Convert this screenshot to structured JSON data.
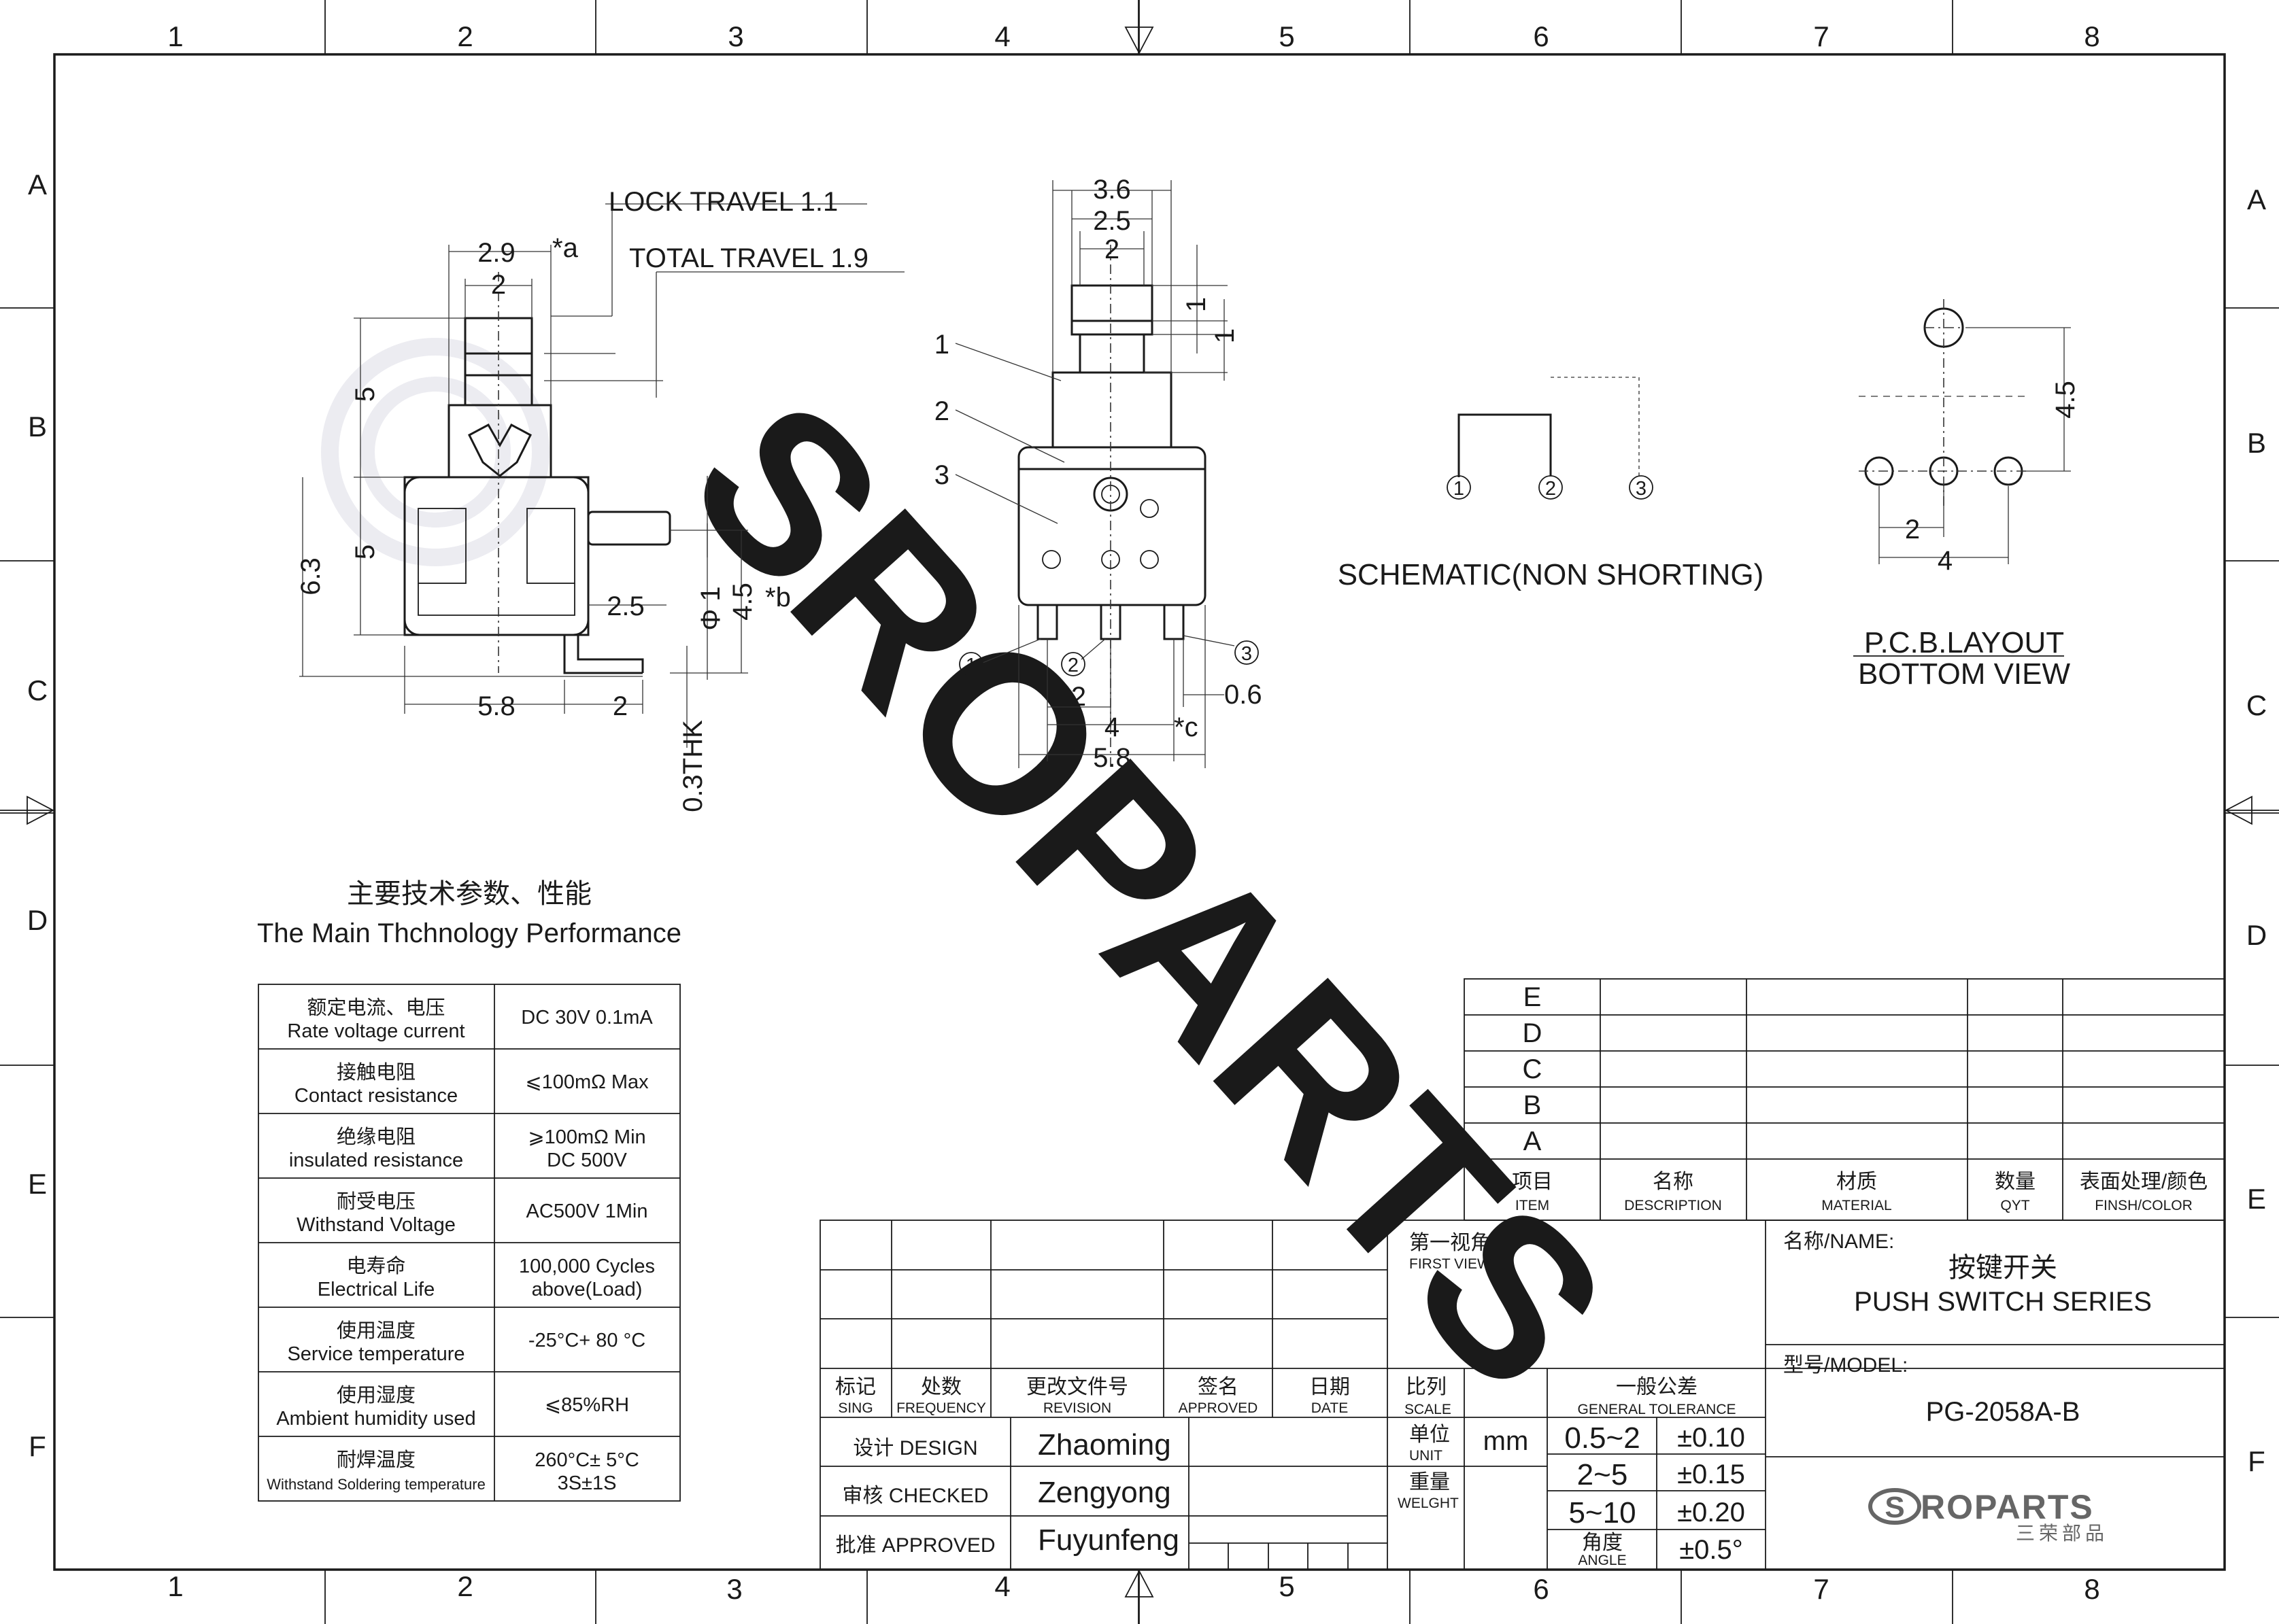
{
  "zones": {
    "columns": [
      "1",
      "2",
      "3",
      "4",
      "5",
      "6",
      "7",
      "8"
    ],
    "rows": [
      "A",
      "B",
      "C",
      "D",
      "E",
      "F"
    ]
  },
  "watermark": "SROPARTS",
  "side_view": {
    "lock_travel": "LOCK TRAVEL 1.1",
    "total_travel": "TOTAL TRAVEL 1.9",
    "dims": {
      "w29": "2.9",
      "a_note": "*a",
      "w2_top": "2",
      "h5_top": "5",
      "h5_mid": "5",
      "h63": "6.3",
      "w25": "2.5",
      "phi1": "Φ 1",
      "h45": "4.5",
      "b_note": "*b",
      "w58": "5.8",
      "w2_bottom": "2",
      "thk": "0.3THK"
    }
  },
  "front_view": {
    "dims": {
      "w36": "3.6",
      "w25": "2.5",
      "w2": "2",
      "h1a": "1",
      "h1b": "1",
      "p2": "2",
      "p4": "4",
      "c_note": "*c",
      "w06": "0.6",
      "w58": "5.8"
    },
    "item_labels": [
      "1",
      "2",
      "3"
    ],
    "pin_labels": [
      "1",
      "2",
      "3"
    ]
  },
  "schematic": {
    "pins": [
      "1",
      "2",
      "3"
    ],
    "caption": "SCHEMATIC(NON SHORTING)"
  },
  "pcb": {
    "dims": {
      "h45": "4.5",
      "p2": "2",
      "p4": "4"
    },
    "caption_1": "P.C.B.LAYOUT",
    "caption_2": "BOTTOM VIEW"
  },
  "performance": {
    "title_cn": "主要技术参数、性能",
    "title_en": "The Main Thchnology Performance",
    "rows": [
      {
        "cn": "额定电流、电压",
        "en": "Rate voltage current",
        "v1": "DC 30V  0.1mA",
        "v2": ""
      },
      {
        "cn": "接触电阻",
        "en": "Contact resistance",
        "v1": "⩽100mΩ   Max",
        "v2": ""
      },
      {
        "cn": "绝缘电阻",
        "en": "insulated resistance",
        "v1": "⩾100mΩ Min",
        "v2": "DC 500V"
      },
      {
        "cn": "耐受电压",
        "en": "Withstand Voltage",
        "v1": "AC500V 1Min",
        "v2": ""
      },
      {
        "cn": "电寿命",
        "en": "Electrical Life",
        "v1": "100,000 Cycles",
        "v2": "above(Load)"
      },
      {
        "cn": "使用温度",
        "en": "Service temperature",
        "v1": "-25°C+ 80 °C",
        "v2": ""
      },
      {
        "cn": "使用湿度",
        "en": "Ambient humidity used",
        "v1": "⩽85%RH",
        "v2": ""
      },
      {
        "cn": "耐焊温度",
        "en": "Withstand Soldering temperature",
        "v1": "260°C± 5°C",
        "v2": "3S±1S"
      }
    ]
  },
  "bom": {
    "revisions": [
      "E",
      "D",
      "C",
      "B",
      "A"
    ],
    "headers": [
      {
        "cn": "项目",
        "en": "ITEM"
      },
      {
        "cn": "名称",
        "en": "DESCRIPTION"
      },
      {
        "cn": "材质",
        "en": "MATERIAL"
      },
      {
        "cn": "数量",
        "en": "QYT"
      },
      {
        "cn": "表面处理/颜色",
        "en": "FINSH/COLOR"
      }
    ]
  },
  "title_block": {
    "rev_headers": [
      {
        "cn": "标记",
        "en": "SING"
      },
      {
        "cn": "处数",
        "en": "FREQUENCY"
      },
      {
        "cn": "更改文件号",
        "en": "REVISION"
      },
      {
        "cn": "签名",
        "en": "APPROVED"
      },
      {
        "cn": "日期",
        "en": "DATE"
      }
    ],
    "design_label": "设计 DESIGN",
    "design_name": "Zhaoming",
    "checked_label": "审核 CHECKED",
    "checked_name": "Zengyong",
    "approved_label": "批准 APPROVED",
    "approved_name": "Fuyunfeng",
    "first_view_cn": "第一视角",
    "first_view_en": "FIRST VIEW",
    "scale_cn": "比列",
    "scale_en": "SCALE",
    "unit_cn": "单位",
    "unit_en": "UNIT",
    "unit_value": "mm",
    "weight_cn": "重量",
    "weight_en": "WELGHT",
    "tol_cn": "一般公差",
    "tol_en": "GENERAL TOLERANCE",
    "tolerances": [
      {
        "range": "0.5~2",
        "tol": "±0.10"
      },
      {
        "range": "2~5",
        "tol": "±0.15"
      },
      {
        "range": "5~10",
        "tol": "±0.20"
      }
    ],
    "angle_cn": "角度",
    "angle_en": "ANGLE",
    "angle_tol": "±0.5°",
    "name_label": "名称/NAME:",
    "name_cn": "按键开关",
    "name_en": "PUSH SWITCH SERIES",
    "model_label": "型号/MODEL:",
    "model": "PG-2058A-B",
    "logo_text": "ROPARTS",
    "logo_cn": "三荣部品"
  }
}
